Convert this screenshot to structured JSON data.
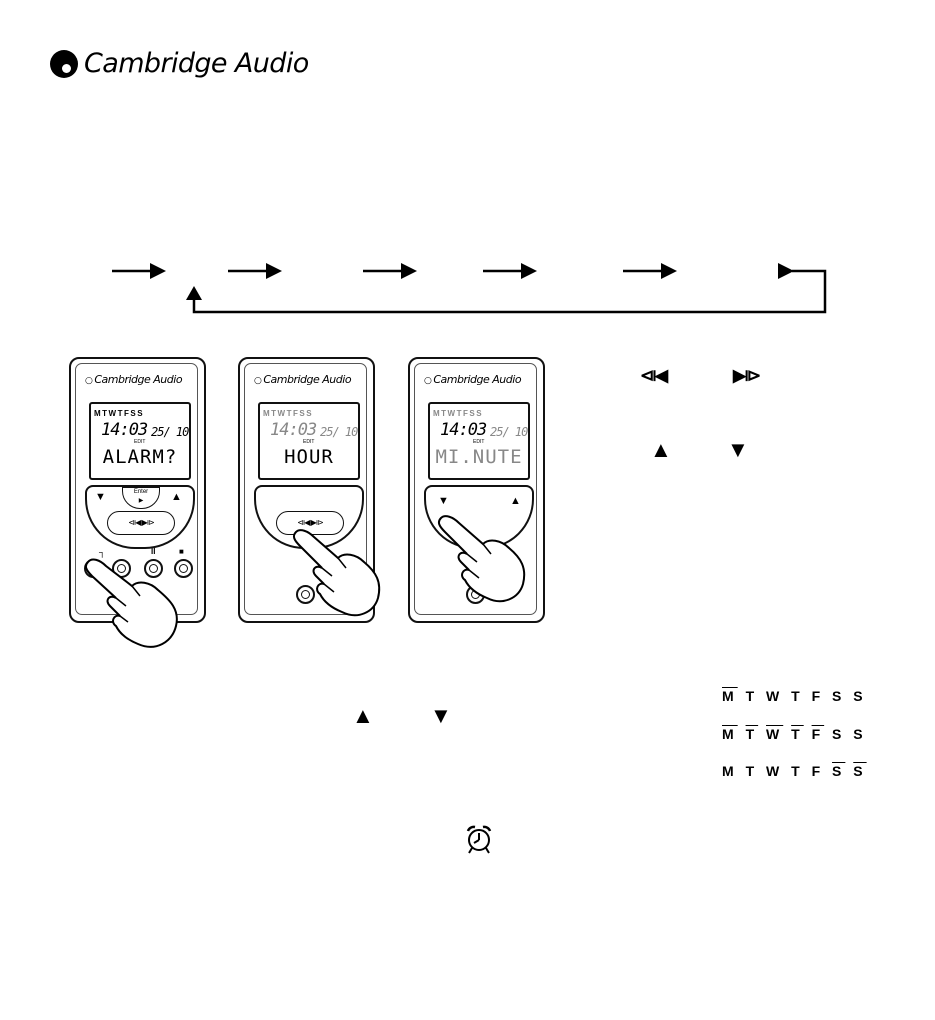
{
  "brand": {
    "name": "Cambridge Audio",
    "logo_icon": "cambridge-audio-logo"
  },
  "flow": {
    "arrow_count": 6,
    "has_return_loop": true
  },
  "devices": [
    {
      "brand": "Cambridge Audio",
      "days": "MTWTFSS",
      "time": "14:03",
      "date": "25/ 10",
      "edit": "EDIT",
      "display": "ALARM?",
      "pad_up": "▼",
      "pad_down": "▲",
      "enter": "Enter",
      "enter_symbol": "▶",
      "skip_symbols": "⧏◀ ▶⧐",
      "btn_pause": "II",
      "btn_stop": "■",
      "btn_record": "┐"
    },
    {
      "brand": "Cambridge Audio",
      "days": "MTWTFSS",
      "time": "14:03",
      "date": "25/ 10",
      "edit": "EDIT",
      "display": "HOUR",
      "skip_symbols": "⧏◀ ▶⧐"
    },
    {
      "brand": "Cambridge Audio",
      "days": "MTWTFSS",
      "time": "14:03",
      "date": "25/ 10",
      "edit": "EDIT",
      "display": "MI.NUTE",
      "pad_up": "▼",
      "pad_down": "▲"
    }
  ],
  "controls": {
    "skip_back": "⧏◀",
    "skip_forward": "▶⧐",
    "up": "▲",
    "down": "▼"
  },
  "middle_controls": {
    "up": "▲",
    "down": "▼"
  },
  "day_patterns": [
    {
      "days": [
        "M",
        "T",
        "W",
        "T",
        "F",
        "S",
        "S"
      ],
      "overlined": [
        0
      ]
    },
    {
      "days": [
        "M",
        "T",
        "W",
        "T",
        "F",
        "S",
        "S"
      ],
      "overlined": [
        0,
        1,
        2,
        3,
        4
      ]
    },
    {
      "days": [
        "M",
        "T",
        "W",
        "T",
        "F",
        "S",
        "S"
      ],
      "overlined": [
        5,
        6
      ]
    }
  ],
  "alarm_icon": "alarm-clock-icon"
}
